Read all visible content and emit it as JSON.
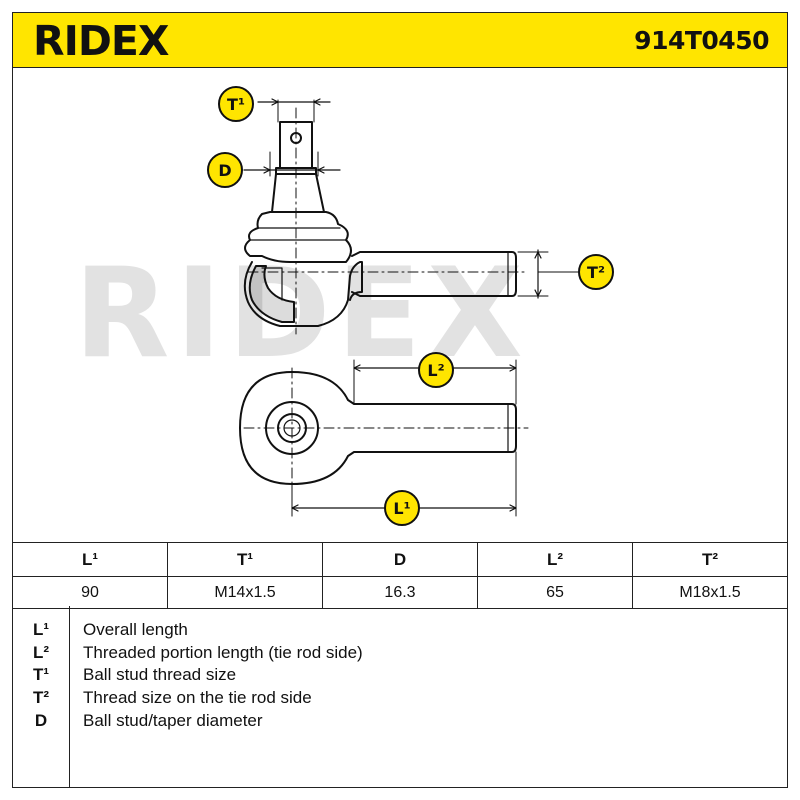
{
  "header": {
    "brand": "RIDEX",
    "part_number": "914T0450"
  },
  "watermark": "RIDEX",
  "labels": {
    "t1": "T¹",
    "d": "D",
    "t2": "T²",
    "l2": "L²",
    "l1": "L¹"
  },
  "table": {
    "headers": [
      "L¹",
      "T¹",
      "D",
      "L²",
      "T²"
    ],
    "values": [
      "90",
      "M14x1.5",
      "16.3",
      "65",
      "M18x1.5"
    ]
  },
  "legend": [
    {
      "key": "L¹",
      "desc": "Overall length"
    },
    {
      "key": "L²",
      "desc": "Threaded portion length (tie rod side)"
    },
    {
      "key": "T¹",
      "desc": "Ball stud thread size"
    },
    {
      "key": "T²",
      "desc": "Thread size on the tie rod side"
    },
    {
      "key": "D",
      "desc": "Ball stud/taper diameter"
    }
  ],
  "colors": {
    "brand_yellow": "#ffe500",
    "badge_fill": "#111111",
    "watermark": "#e2e2e2"
  }
}
